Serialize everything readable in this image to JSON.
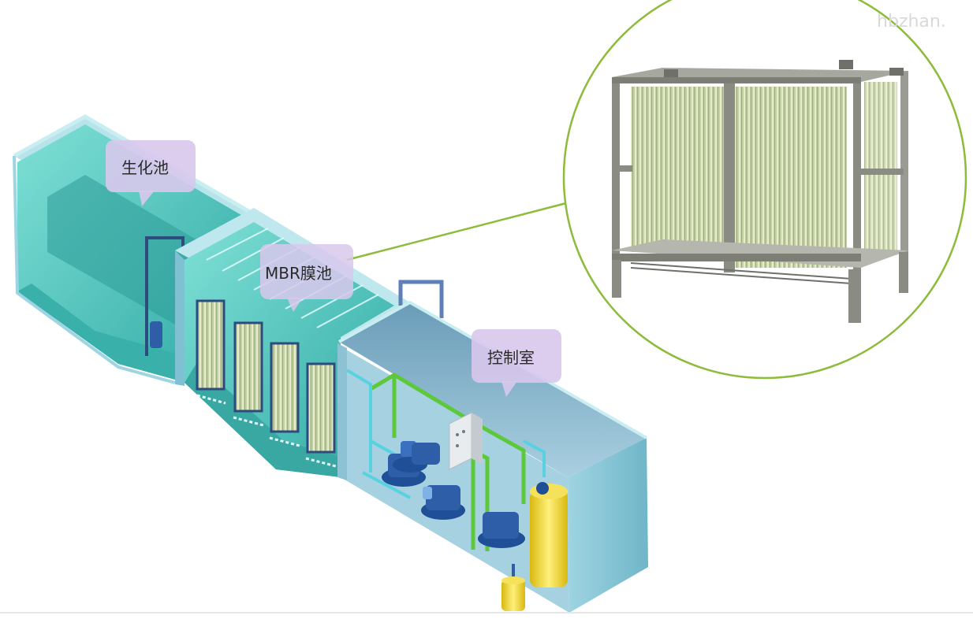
{
  "labels": {
    "bio_tank": "生化池",
    "mbr_tank": "MBR膜池",
    "control_room": "控制室"
  },
  "watermark": "hbzhan.",
  "colors": {
    "water": "#4cc9c1",
    "tank_wall": "#8fd0dc",
    "callout_line": "#8dbb3a",
    "label_bubble": "#d8c8ec",
    "pump_blue": "#2f5ea8",
    "pipe_green": "#5cc83a",
    "tank_yellow": "#f0d630",
    "membrane": "#d7e2b8"
  }
}
